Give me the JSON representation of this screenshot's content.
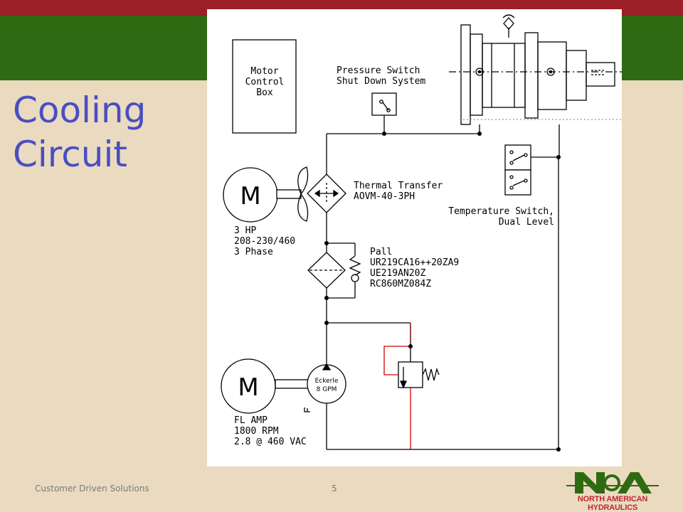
{
  "slide": {
    "title_line1": "Cooling",
    "title_line2": "Circuit",
    "footer_text": "Customer Driven Solutions",
    "page_number": "5"
  },
  "logo": {
    "mark": "NA",
    "company": "NORTH AMERICAN HYDRAULICS"
  },
  "diagram": {
    "motor_control_box": [
      "Motor",
      "Control",
      "Box"
    ],
    "pressure_switch": [
      "Pressure Switch",
      "Shut Down System"
    ],
    "heat_exchanger": [
      "Thermal Transfer",
      "AOVM-40-3PH"
    ],
    "temperature_switch": [
      "Temperature Switch,",
      "Dual Level"
    ],
    "fan_motor_symbol": "M",
    "fan_motor_specs": [
      "3 HP",
      "208-230/460",
      "3 Phase"
    ],
    "filter": [
      "Pall",
      "UR219CA16++20ZA9",
      "UE219AN20Z",
      "RC860MZ084Z"
    ],
    "pump_motor_symbol": "M",
    "pump_label": [
      "Eckerle",
      "8 GPM"
    ],
    "pump_motor_specs": [
      "FL AMP",
      "1800 RPM",
      "2.8 @ 460 VAC"
    ]
  },
  "colors": {
    "red_band": "#9a1f26",
    "green_band": "#2f6a12",
    "background": "#eadbc0",
    "title": "#4a4ec2",
    "relief_line": "#d40000",
    "logo_green": "#2f6a12",
    "logo_red": "#c0282e"
  }
}
